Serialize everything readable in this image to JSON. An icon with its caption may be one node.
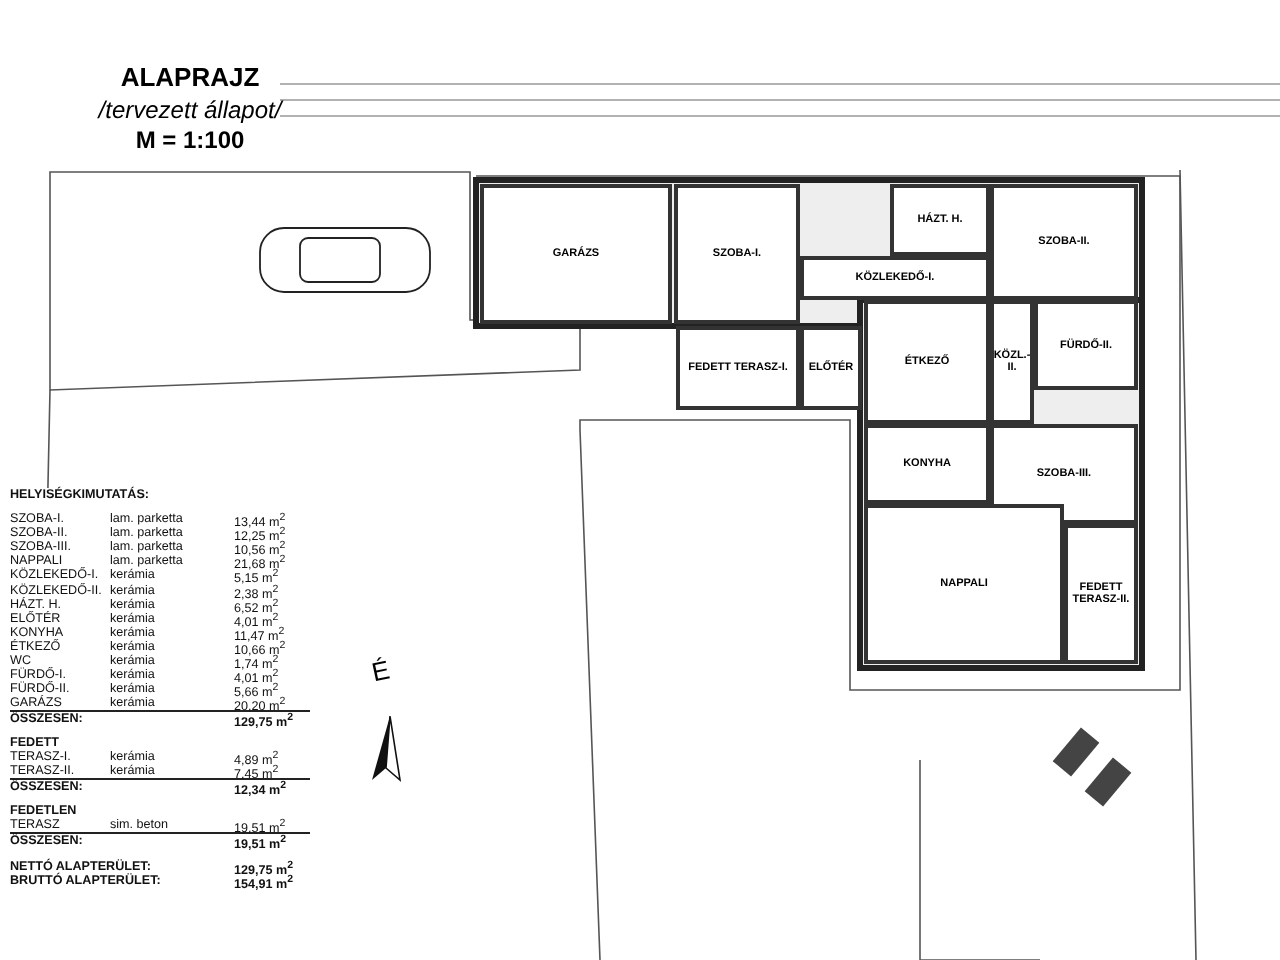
{
  "diagram": {
    "title": "ALAPRAJZ",
    "nodes": [
      {
        "text": [
          "GARÁZS"
        ]
      },
      {
        "text": [
          "SZOBA-I."
        ]
      },
      {
        "text": [
          "KÖZLEKEDŐ-I."
        ]
      },
      {
        "text": [
          "HÁZT. H."
        ]
      },
      {
        "text": [
          "SZOBA-II."
        ]
      },
      {
        "text": [
          "FEDETT TERASZ-I."
        ]
      },
      {
        "text": [
          "ELŐTÉR"
        ]
      },
      {
        "text": [
          "ÉTKEZŐ"
        ]
      },
      {
        "text": [
          "KÖZL.-II."
        ]
      },
      {
        "text": [
          "FÜRDŐ-II."
        ]
      },
      {
        "text": [
          "KONYHA"
        ]
      },
      {
        "text": [
          "SZOBA-III."
        ]
      },
      {
        "text": [
          "NAPPALI"
        ]
      },
      {
        "text": [
          "FEDETT TERASZ-II."
        ]
      }
    ],
    "labels": [
      "/tervezett állapot/",
      "M = 1:100",
      "HELYISÉGKIMUTATÁS:",
      "SZOBA-I.",
      "lam. parketta",
      "13,44 m$^{2}$",
      "SZOBA-II.",
      "lam. parketta",
      "12,25 m$^{2}$",
      "SZOBA-III.",
      "lam. parketta",
      "10,56 m$^{2}$",
      "NAPPALI",
      "lam. parketta",
      "21,68 m$^{2}$",
      "KÖZLEKEDŐ-I.",
      "kerámia",
      "5,15 m$^{2}$",
      "KÖZLEKEDŐ-II.",
      "kerámia",
      "2,38 m$^{2}$",
      "HÁZT. H.",
      "kerámia",
      "6,52 m$^{2}$",
      "ELŐTÉR",
      "kerámia",
      "4,01 m$^{2}$",
      "KONYHA",
      "kerámia",
      "11,47 m$^{2}$",
      "ÉTKEZŐ",
      "kerámia",
      "10,66 m$^{2}$",
      "WC",
      "kerámia",
      "1,74 m$^{2}$",
      "FÜRDŐ-I.",
      "kerámia",
      "4,01 m$^{2}$",
      "FÜRDŐ-II.",
      "kerámia",
      "5,66 m$^{2}$",
      "GARÁZS",
      "kerámia",
      "20,20 m$^{2}$",
      "ÖSSZESEN:",
      "129,75 m$^{2}$",
      "FEDETT",
      "TERASZ-I.",
      "kerámia",
      "4,89 m$^{2}$",
      "TERASZ-II.",
      "kerámia",
      "7,45 m$^{2}$",
      "ÖSSZESEN:",
      "12,34 m$^{2}$",
      "FEDETLEN",
      "TERASZ",
      "sim. beton",
      "19,51 m$^{2}$",
      "ÖSSZESEN:",
      "19,51 m$^{2}$",
      "NETTÓ ALAPTERÜLET:",
      "129,75 m$^{2}$",
      "BRUTTÓ ALAPTERÜLET:",
      "154,91 m$^{2}$",
      "É"
    ]
  }
}
